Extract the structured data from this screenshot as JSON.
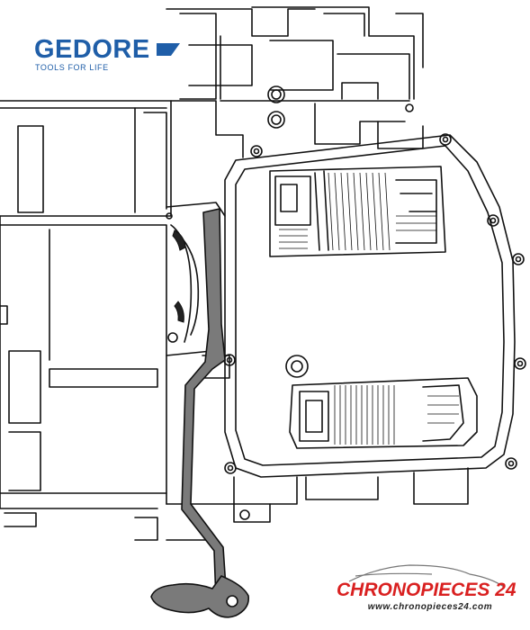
{
  "brand": {
    "name": "GEDORE",
    "tagline": "TOOLS FOR LIFE",
    "color": "#1f5ea8"
  },
  "watermark": {
    "name": "CHRONOPIECES 24",
    "url": "www.chronopieces24.com",
    "accent_color": "#d92020"
  },
  "figure": {
    "line_color": "#111111",
    "tool_fill": "#7a7a7a"
  }
}
